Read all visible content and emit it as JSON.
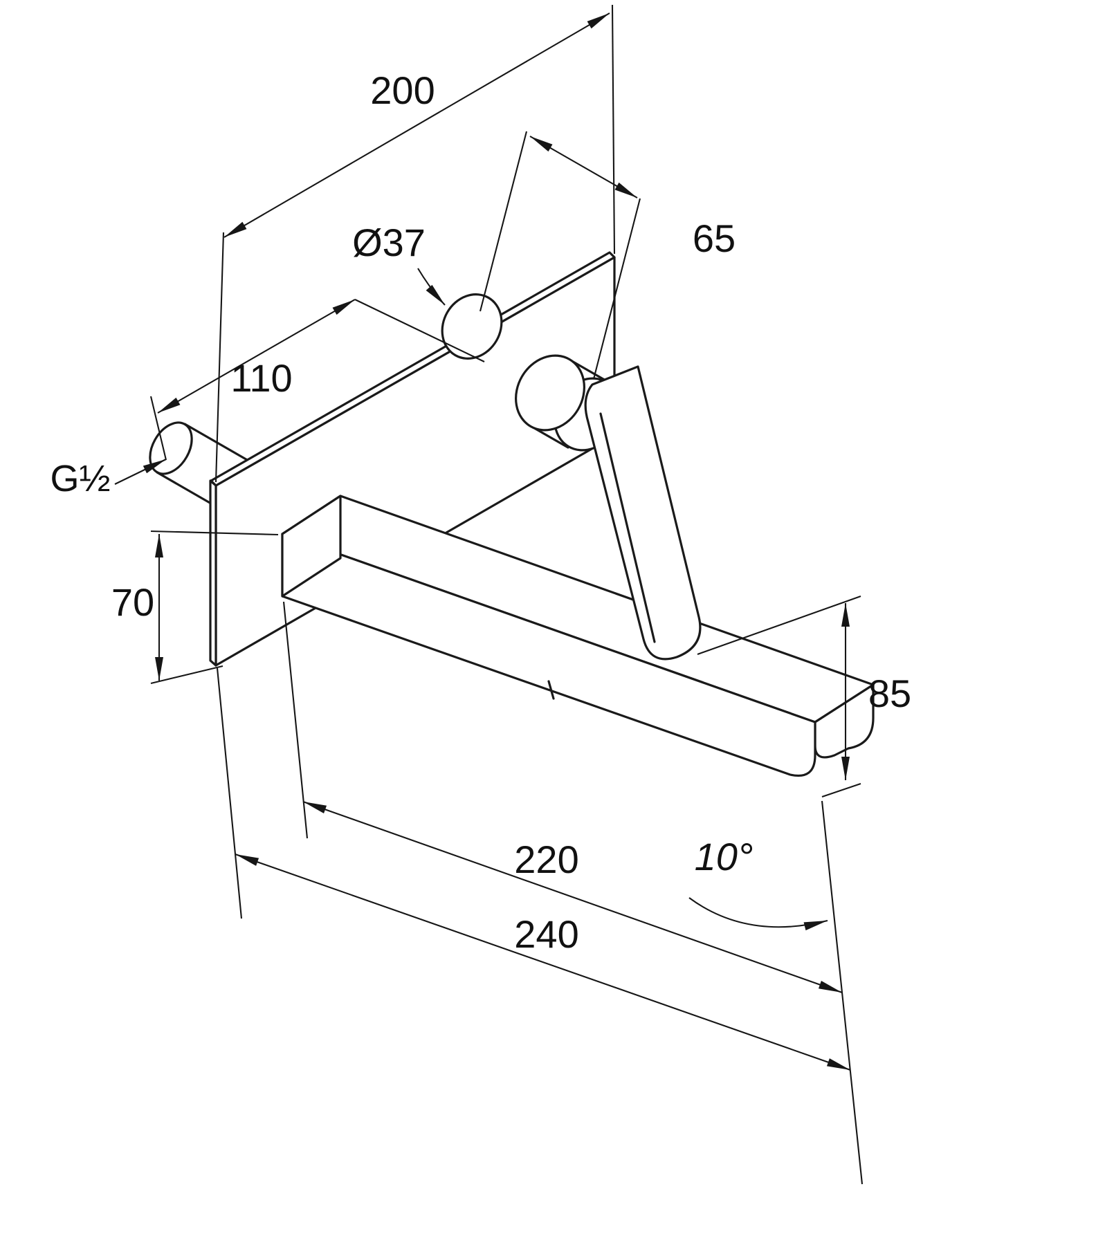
{
  "page": {
    "background": "#ffffff",
    "line_color": "#1a1a1a"
  },
  "drawing": {
    "labels": {
      "plate_width": "200",
      "handle_offset": "65",
      "collar_diameter": "Ø37",
      "inlet_projection": "110",
      "thread_size": "G½",
      "lower_height": "70",
      "right_height": "85",
      "spout_length": "220",
      "spout_angle": "10°",
      "total_projection": "240"
    }
  }
}
